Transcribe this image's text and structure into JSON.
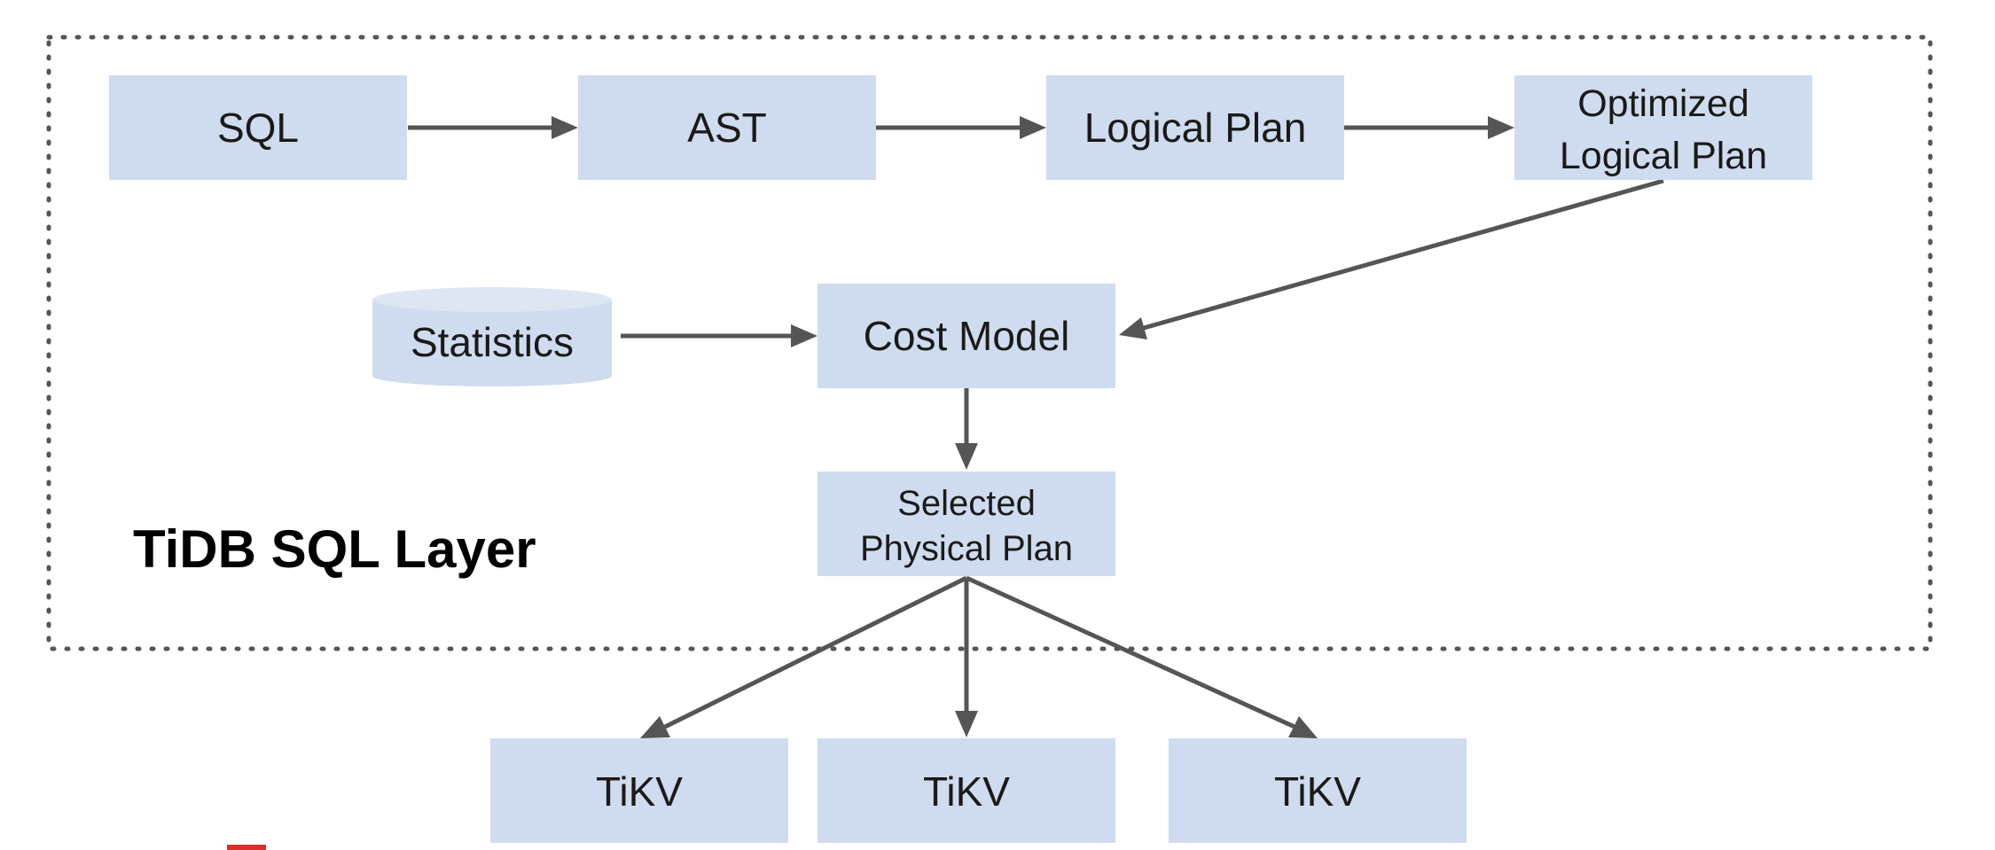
{
  "diagram": {
    "layer_label": "TiDB SQL Layer",
    "nodes": {
      "sql": "SQL",
      "ast": "AST",
      "logical_plan": "Logical Plan",
      "optimized_logical_plan": [
        "Optimized",
        "Logical Plan"
      ],
      "statistics": "Statistics",
      "cost_model": "Cost Model",
      "selected_physical_plan": [
        "Selected",
        "Physical Plan"
      ],
      "tikv_1": "TiKV",
      "tikv_2": "TiKV",
      "tikv_3": "TiKV"
    },
    "edges": [
      {
        "from": "SQL",
        "to": "AST"
      },
      {
        "from": "AST",
        "to": "Logical Plan"
      },
      {
        "from": "Logical Plan",
        "to": "Optimized Logical Plan"
      },
      {
        "from": "Optimized Logical Plan",
        "to": "Cost Model"
      },
      {
        "from": "Statistics",
        "to": "Cost Model"
      },
      {
        "from": "Cost Model",
        "to": "Selected Physical Plan"
      },
      {
        "from": "Selected Physical Plan",
        "to": "TiKV"
      },
      {
        "from": "Selected Physical Plan",
        "to": "TiKV"
      },
      {
        "from": "Selected Physical Plan",
        "to": "TiKV"
      }
    ]
  }
}
